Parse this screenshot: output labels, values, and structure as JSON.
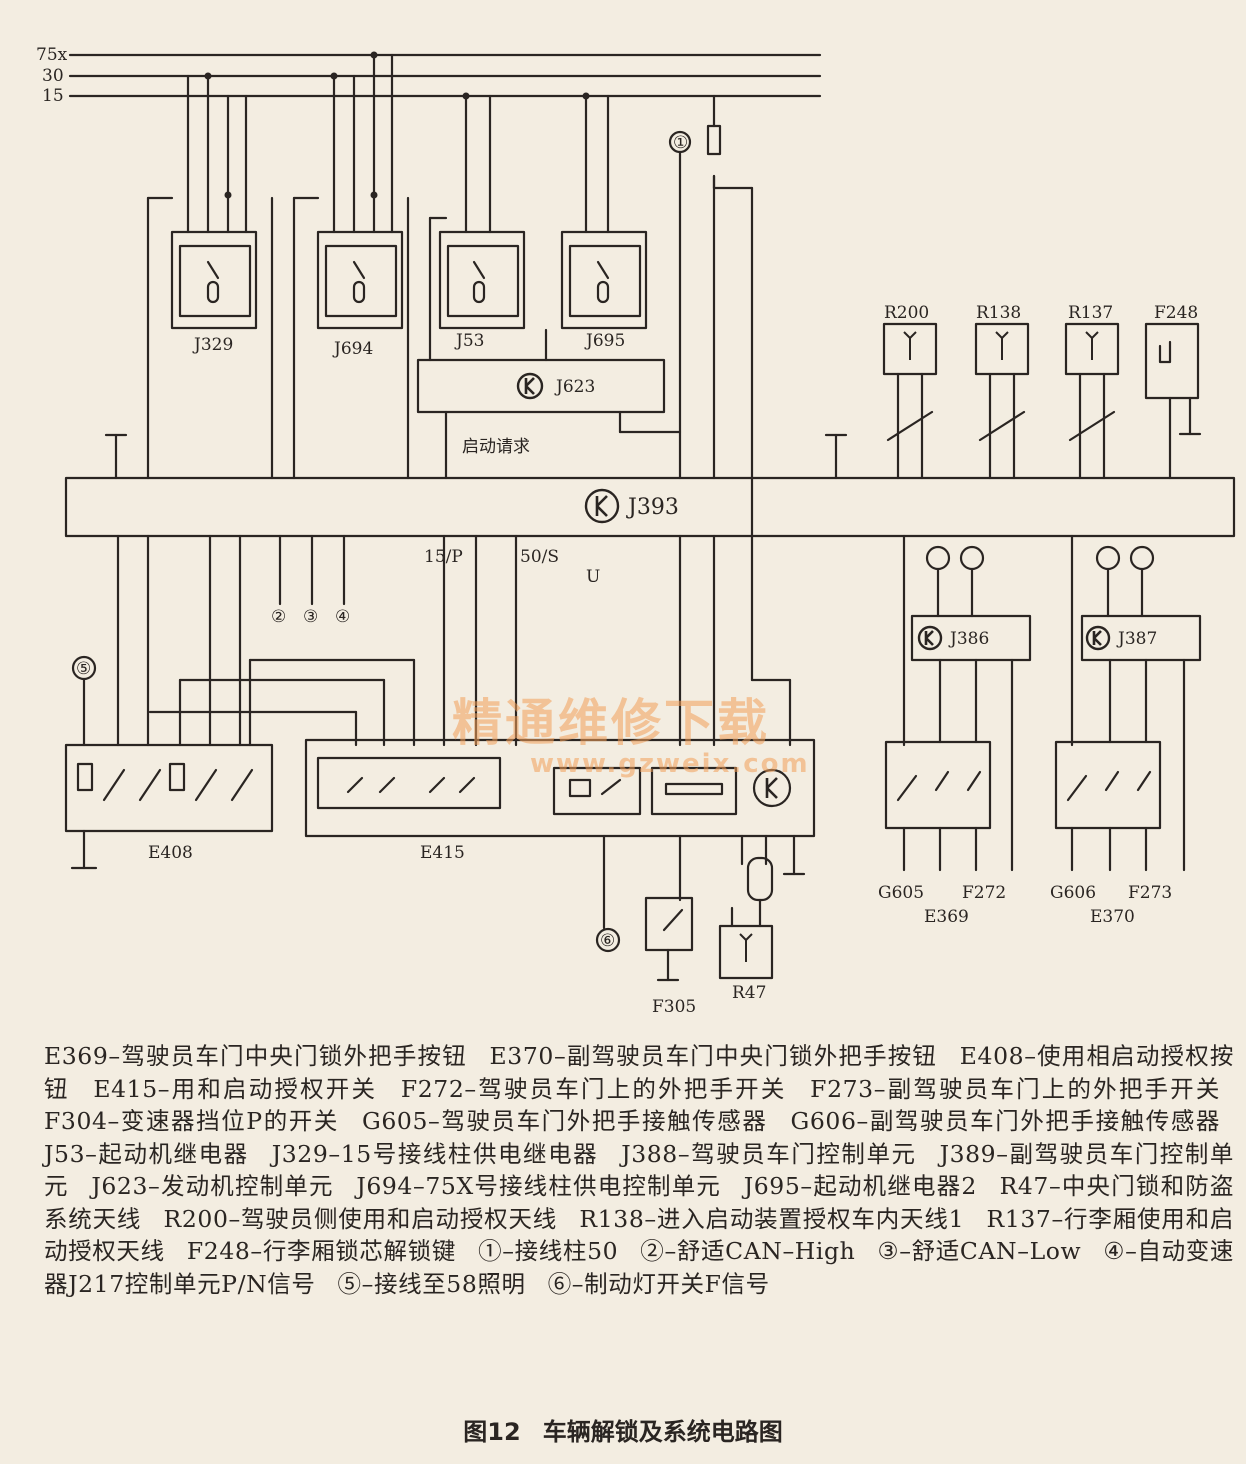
{
  "rails": {
    "r75x": "75x",
    "r30": "30",
    "r15": "15"
  },
  "components": {
    "J329": "J329",
    "J694": "J694",
    "J53": "J53",
    "J695": "J695",
    "J623": "J623",
    "J393": "J393",
    "J386": "J386",
    "J387": "J387",
    "R200": "R200",
    "R138": "R138",
    "R137": "R137",
    "F248": "F248",
    "E408": "E408",
    "E415": "E415",
    "G605": "G605",
    "F272": "F272",
    "E369": "E369",
    "G606": "G606",
    "F273": "F273",
    "E370": "E370",
    "F305": "F305",
    "R47": "R47"
  },
  "signals": {
    "start_request": "启动请求",
    "p15": "15/P",
    "s50": "50/S",
    "u": "U"
  },
  "markers": {
    "m1": "①",
    "m2": "②",
    "m3": "③",
    "m4": "④",
    "m5": "⑤",
    "m6": "⑥"
  },
  "watermark": {
    "text": "精通维修下载",
    "url": "www.gzweix.com"
  },
  "legend": [
    "E369–驾驶员车门中央门锁外把手按钮",
    "E370–副驾驶员车门中央门锁外把手按钮",
    "E408–使用相启动授权按钮",
    "E415–用和启动授权开关",
    "F272–驾驶员车门上的外把手开关",
    "F273–副驾驶员车门上的外把手开关",
    "F304–变速器挡位P的开关",
    "G605–驾驶员车门外把手接触传感器",
    "G606–副驾驶员车门外把手接触传感器",
    "J53–起动机继电器",
    "J329–15号接线柱供电继电器",
    "J388–驾驶员车门控制单元",
    "J389–副驾驶员车门控制单元",
    "J623–发动机控制单元",
    "J694–75X号接线柱供电控制单元",
    "J695–起动机继电器2",
    "R47–中央门锁和防盗系统天线",
    "R200–驾驶员侧使用和启动授权天线",
    "R138–进入启动装置授权车内天线1",
    "R137–行李厢使用和启动授权天线",
    "F248–行李厢锁芯解锁键",
    "①–接线柱50",
    "②–舒适CAN–High",
    "③–舒适CAN–Low",
    "④–自动变速器J217控制单元P/N信号",
    "⑤–接线至58照明",
    "⑥–制动灯开关F信号"
  ],
  "caption": {
    "number": "图12",
    "title": "车辆解锁及系统电路图"
  }
}
